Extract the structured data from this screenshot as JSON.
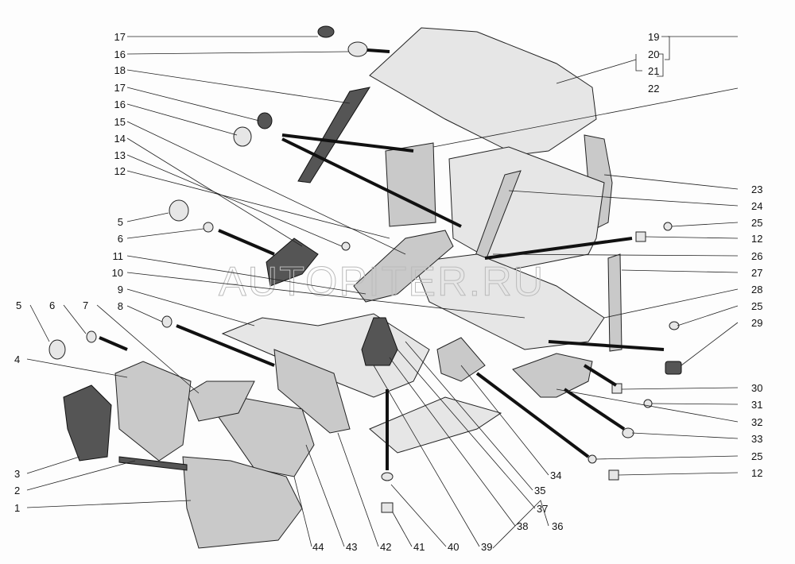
{
  "watermark": "AUTOPITER.RU",
  "callouts": {
    "left": [
      "17",
      "16",
      "18",
      "17",
      "16",
      "15",
      "14",
      "13",
      "12",
      "5",
      "6",
      "11",
      "10",
      "9",
      "8"
    ],
    "left_lower": [
      "5",
      "6",
      "7",
      "4",
      "3",
      "2",
      "1"
    ],
    "right": [
      "19",
      "20",
      "21",
      "22",
      "23",
      "24",
      "25",
      "12",
      "26",
      "27",
      "28",
      "25",
      "29",
      "30",
      "31",
      "32",
      "33",
      "25",
      "12"
    ],
    "bottom": [
      "44",
      "43",
      "42",
      "41",
      "40",
      "39",
      "38",
      "36",
      "37",
      "35",
      "34"
    ]
  }
}
